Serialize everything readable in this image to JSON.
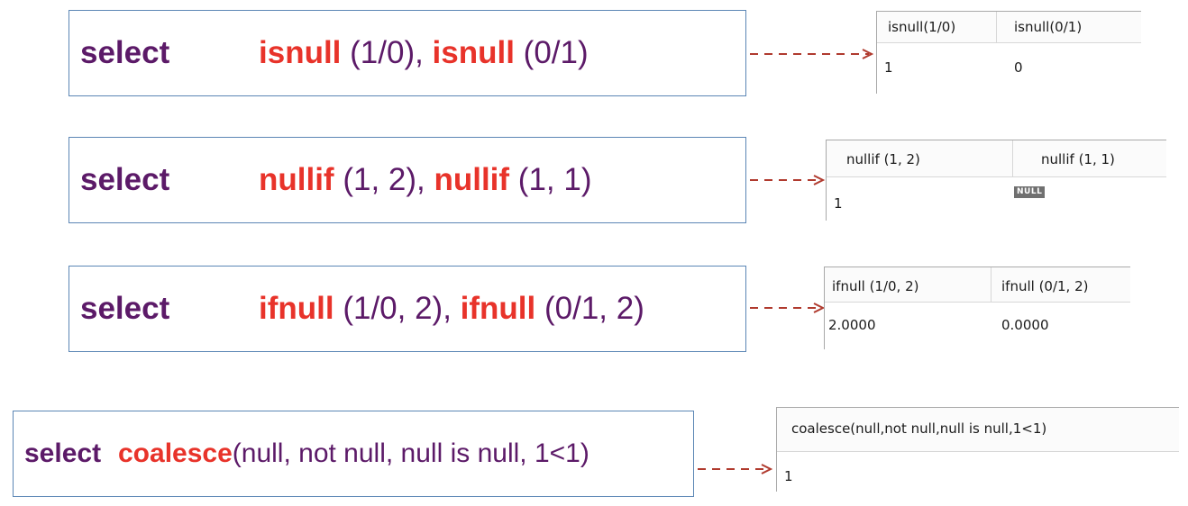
{
  "queries": [
    {
      "select": "select",
      "fn1": "isnull",
      "args1": " (1/0), ",
      "fn2": "isnull",
      "args2": " (0/1)"
    },
    {
      "select": "select",
      "fn1": "nullif",
      "args1": " (1, 2), ",
      "fn2": "nullif",
      "args2": " (1, 1)"
    },
    {
      "select": "select",
      "fn1": "ifnull",
      "args1": " (1/0, 2), ",
      "fn2": "ifnull",
      "args2": " (0/1, 2)"
    },
    {
      "select": "select",
      "fn1": "coalesce",
      "args1": "(null, not null, null is null, 1<1)"
    }
  ],
  "results": [
    {
      "headers": [
        "isnull(1/0)",
        "isnull(0/1)"
      ],
      "values": [
        "1",
        "0"
      ]
    },
    {
      "headers": [
        "nullif (1, 2)",
        "nullif (1, 1)"
      ],
      "values": [
        "1",
        "NULL"
      ]
    },
    {
      "headers": [
        "ifnull (1/0, 2)",
        "ifnull (0/1, 2)"
      ],
      "values": [
        "2.0000",
        "0.0000"
      ]
    },
    {
      "headers": [
        "coalesce(null,not null,null is null,1<1)"
      ],
      "values": [
        "1"
      ]
    }
  ],
  "colors": {
    "keyword": "#5c1a68",
    "function": "#e8332a",
    "box_border": "#5b86b5",
    "arrow": "#b03a2e"
  }
}
